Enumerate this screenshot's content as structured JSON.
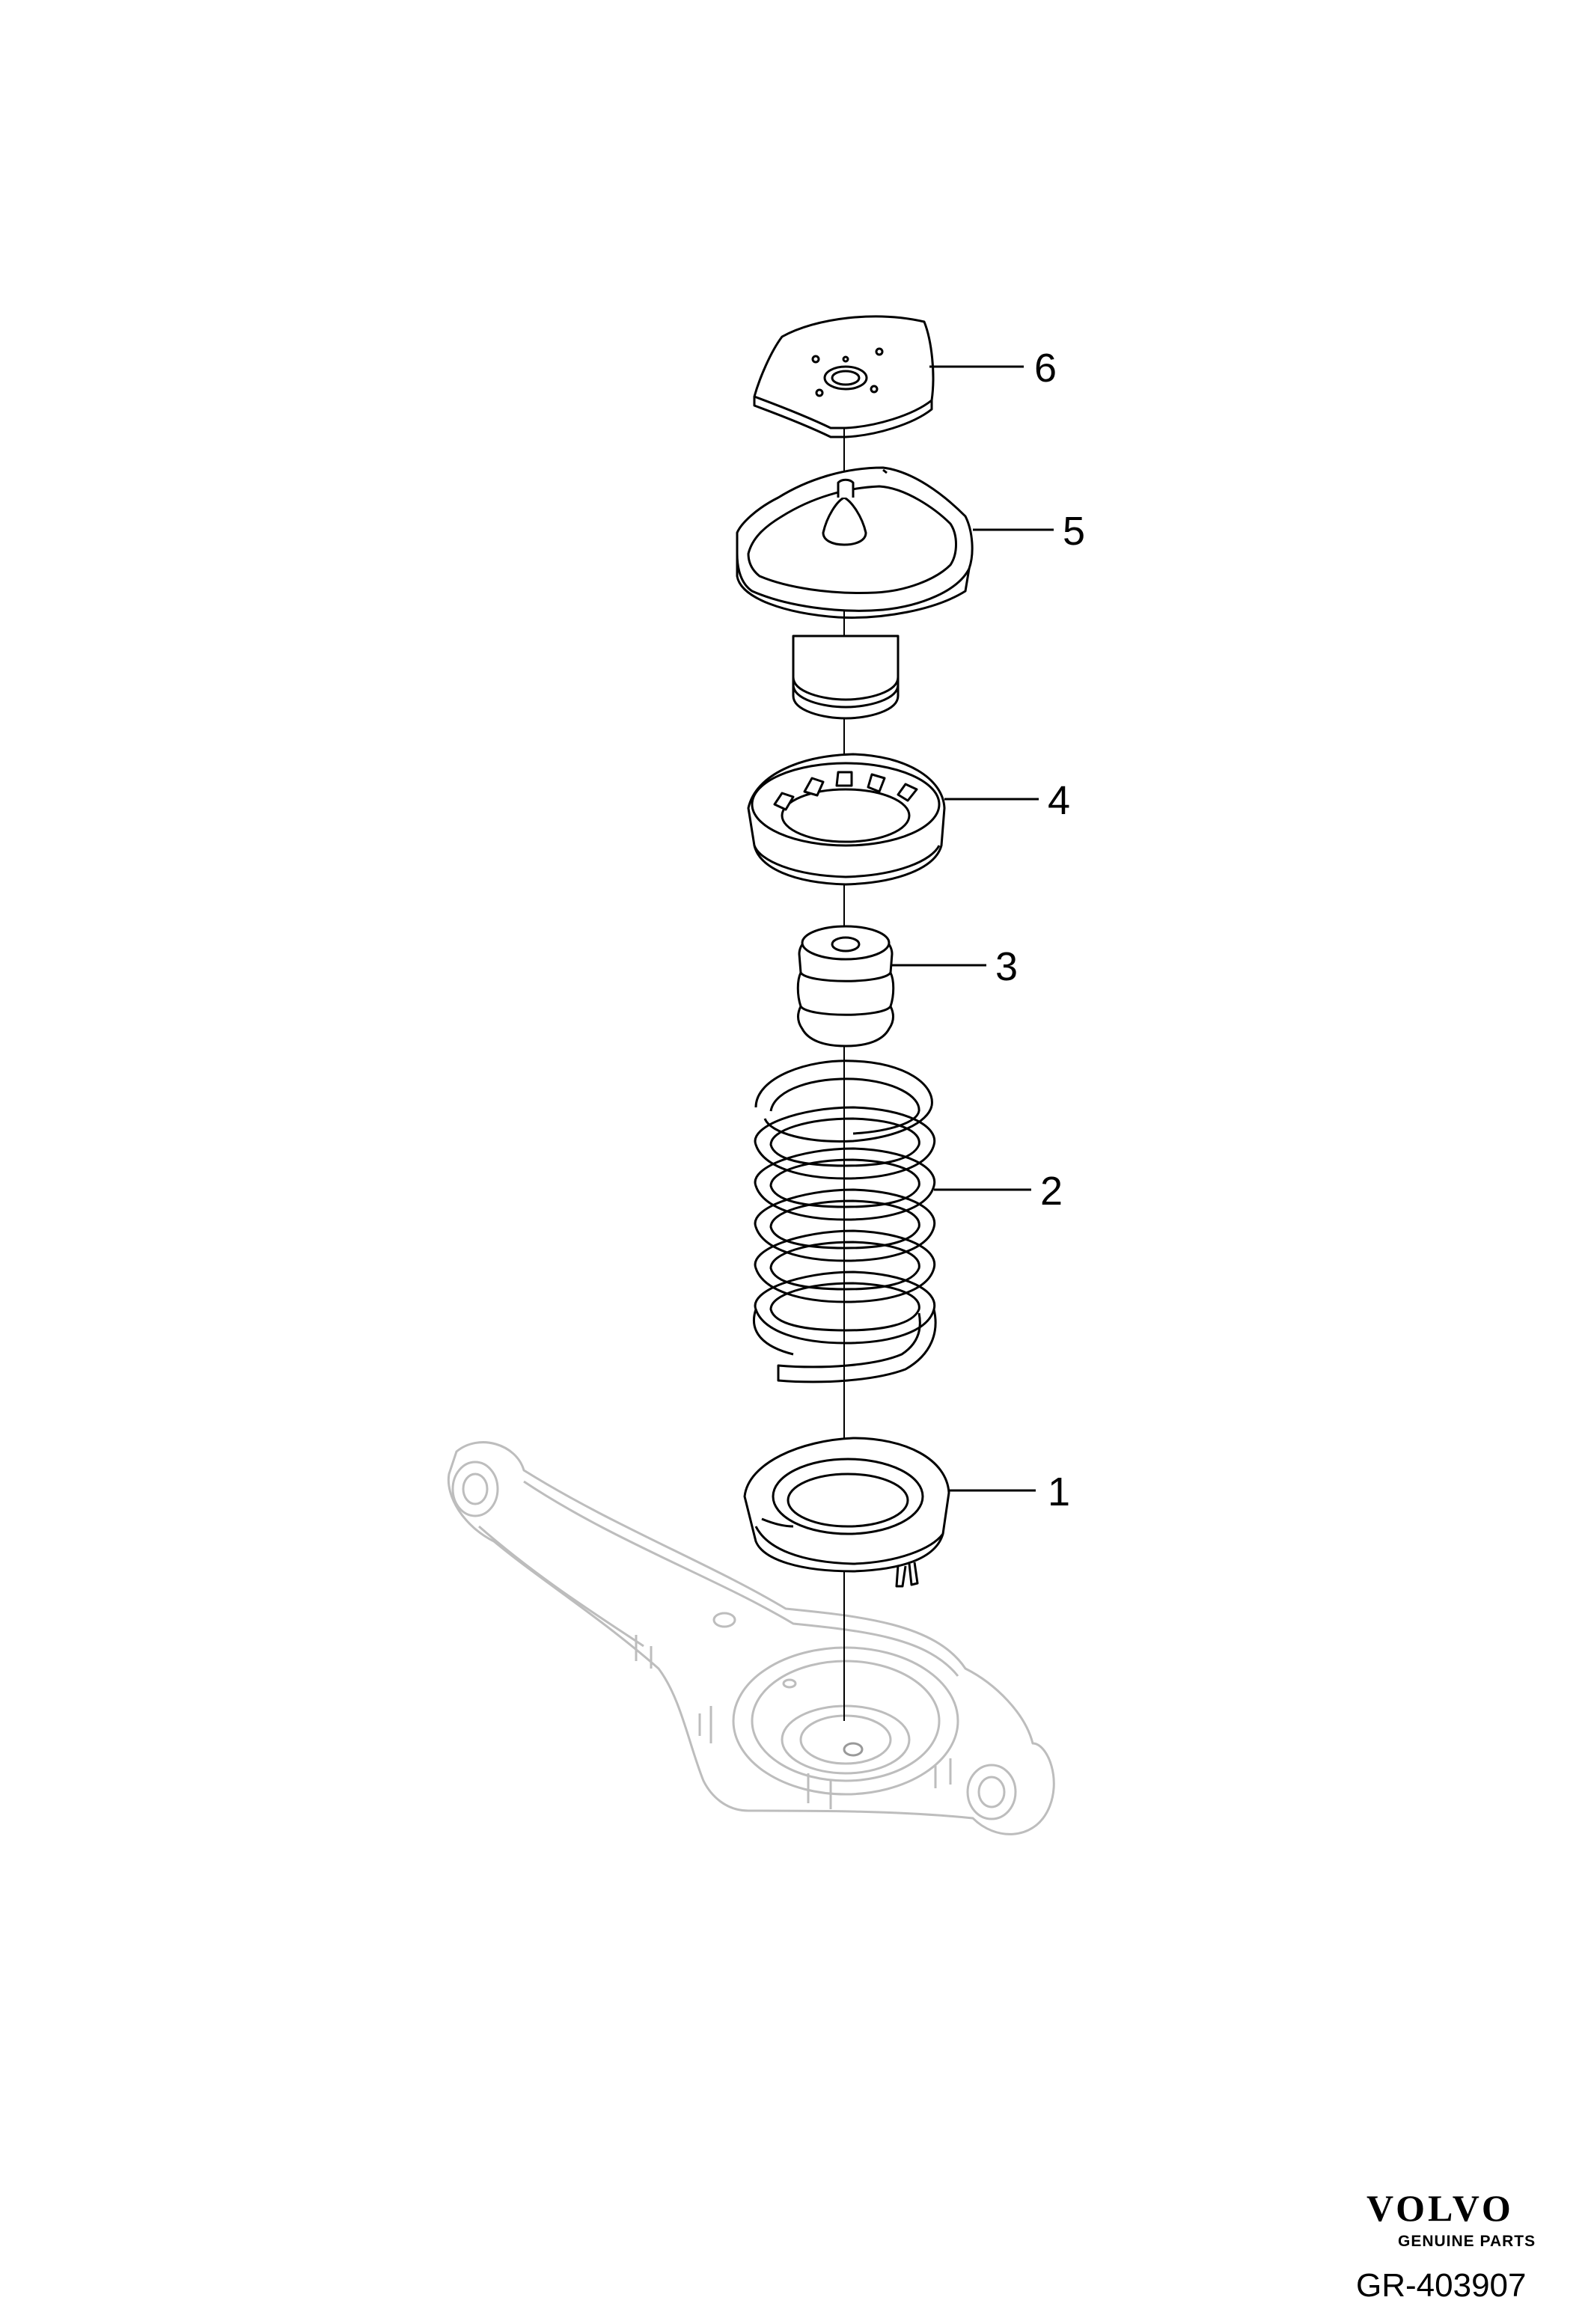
{
  "diagram": {
    "callouts": [
      {
        "number": "1",
        "part": "lower-spring-seat"
      },
      {
        "number": "2",
        "part": "coil-spring"
      },
      {
        "number": "3",
        "part": "bump-stop"
      },
      {
        "number": "4",
        "part": "upper-spring-seat"
      },
      {
        "number": "5",
        "part": "spring-mount"
      },
      {
        "number": "6",
        "part": "mounting-plate"
      }
    ]
  },
  "branding": {
    "logo_text": "VOLVO",
    "tagline": "GENUINE PARTS"
  },
  "reference": {
    "code": "GR-403907"
  }
}
